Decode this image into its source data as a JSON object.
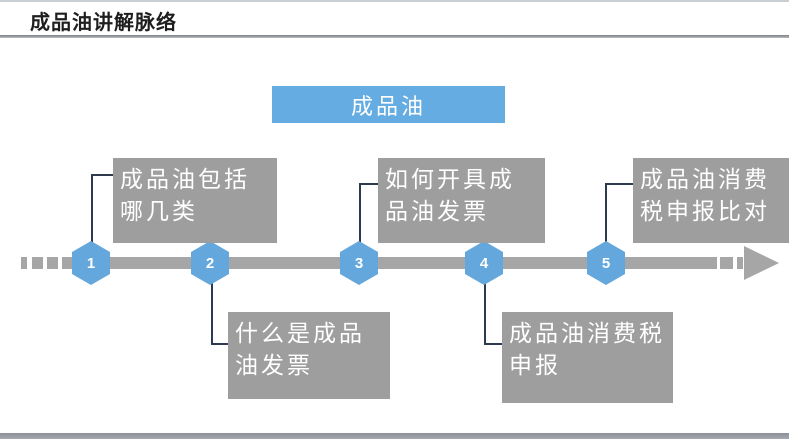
{
  "slide_title": "成品油讲解脉络",
  "header": {
    "label": "成品油"
  },
  "timeline": {
    "steps": [
      {
        "number": "1",
        "label": "成品油包括哪几类",
        "position": "above"
      },
      {
        "number": "2",
        "label": "什么是成品油发票",
        "position": "below"
      },
      {
        "number": "3",
        "label": "如何开具成品油发票",
        "position": "above"
      },
      {
        "number": "4",
        "label": "成品油消费税申报",
        "position": "below"
      },
      {
        "number": "5",
        "label": "成品油消费税申报比对",
        "position": "above"
      }
    ]
  },
  "colors": {
    "accent_blue": "#64ace1",
    "marker_blue": "#64a7dc",
    "box_gray": "#9e9e9e",
    "bar_gray": "#a6a6a6",
    "connector_dark": "#2e3a4d",
    "title_text": "#1e1e1e"
  }
}
